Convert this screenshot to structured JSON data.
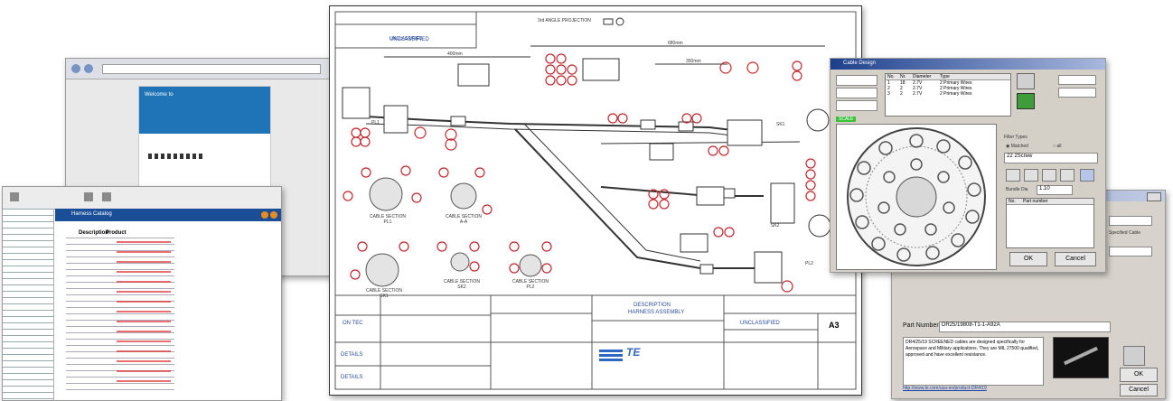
{
  "drawing": {
    "projection_label": "3rd ANGLE PROJECTION",
    "classification": "UNCLASSIFIED",
    "dim_top": "400mm",
    "dim_left": "400mm",
    "dim_mid": "680mm",
    "dim_right": "350mm",
    "connector_labels": [
      "PL1",
      "SK1",
      "SK2",
      "PL2"
    ],
    "sections": [
      {
        "title": "CABLE SECTION",
        "sub": "PL1"
      },
      {
        "title": "CABLE SECTION",
        "sub": "A-A"
      },
      {
        "title": "CABLE SECTION",
        "sub": "SK1"
      },
      {
        "title": "CABLE SECTION",
        "sub": "SK2"
      },
      {
        "title": "CABLE SECTION",
        "sub": "PL2"
      }
    ],
    "title_block": {
      "description_label": "DESCRIPTION",
      "description": "HARNESS ASSEMBLY",
      "classification": "UNCLASSIFIED",
      "size": "A3",
      "left_labels": [
        "ON TEC",
        "DETAILS",
        "DETAILS"
      ]
    }
  },
  "cable_dialog": {
    "title": "Cable Design",
    "table_headers": [
      "No.",
      "Nr.",
      "Diameter",
      "Type"
    ],
    "table_rows": [
      [
        "1",
        "18",
        "2.7V",
        "2 Primary Wires"
      ],
      [
        "2",
        "2",
        "2.7V",
        "2 Primary Wires"
      ],
      [
        "3",
        "2",
        "2.7V",
        "2 Primary Wires"
      ]
    ],
    "filter_label": "Filter Types",
    "filter_options": [
      "Matched",
      "all"
    ],
    "select_value": "22 2Screw",
    "bundle_label": "Bundle Dia",
    "bundle_value": "1.10",
    "list_header": [
      "No.",
      "Part number"
    ],
    "ok_label": "OK",
    "cancel_label": "Cancel",
    "green_tag": "SCALE"
  },
  "part_dialog": {
    "part_number_label": "Part Number",
    "part_number_value": "DR25/19808-T1-1-A92A",
    "description": "DR4/25/19 SCREENED cables are designed specifically for Aerospace and Military applications. They are MIL 27500 qualified, approved and have excellent resistance.",
    "ok_label": "OK",
    "cancel_label": "Cancel",
    "right_label": "Specified Cable",
    "link": "http://www.te.com/usa-en/product-DR4/19"
  },
  "left_window": {
    "title": "Harness Catalog",
    "header": "Description",
    "header2": "Product"
  },
  "back_window": {
    "title": "Welcome to"
  }
}
